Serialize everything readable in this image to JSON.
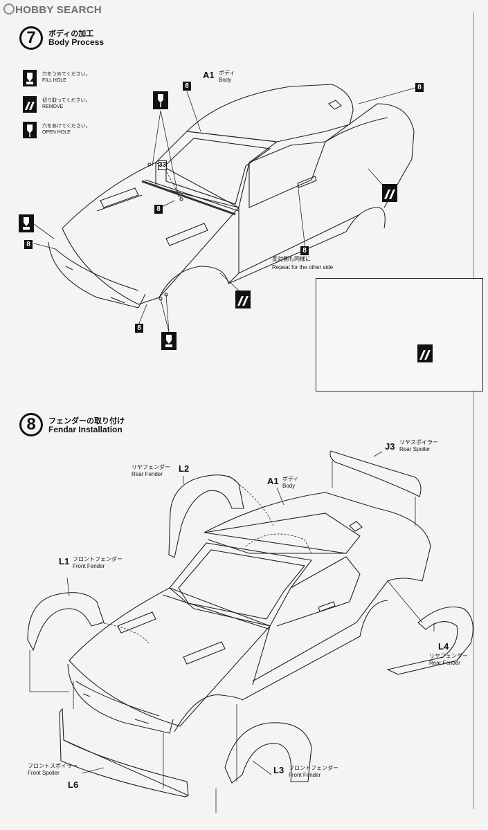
{
  "watermark": {
    "brand": "HOBBY SEARCH"
  },
  "step7": {
    "number": "7",
    "title_jp": "ボディの加工",
    "title_en": "Body Process",
    "legend": [
      {
        "jp": "穴をうめてください。",
        "en": "FILL HOLE",
        "icon": "fill-hole-icon"
      },
      {
        "jp": "切り取ってください。",
        "en": "REMOVE",
        "icon": "remove-icon"
      },
      {
        "jp": "穴をあけてください。",
        "en": "OPEN HOLE",
        "icon": "open-hole-icon"
      }
    ],
    "part": {
      "id": "A1",
      "jp": "ボディ",
      "en": "Body"
    },
    "callouts": {
      "eight": "8",
      "thirtythree": "33"
    },
    "note_jp": "反対側も同様に",
    "note_en": "Repeat for the other side"
  },
  "step8": {
    "number": "8",
    "title_jp": "フェンダーの取り付け",
    "title_en": "Fendar Installation",
    "parts": {
      "j3": {
        "id": "J3",
        "jp": "リヤスポイラー",
        "en": "Rear Spoiler"
      },
      "l2": {
        "id": "L2",
        "jp": "リヤフェンダー",
        "en": "Rear Fender"
      },
      "a1": {
        "id": "A1",
        "jp": "ボディ",
        "en": "Body"
      },
      "l1": {
        "id": "L1",
        "jp": "フロントフェンダー",
        "en": "Front Fender"
      },
      "l4": {
        "id": "L4",
        "jp": "リヤフェンダー",
        "en": "Rear Fender"
      },
      "l3": {
        "id": "L3",
        "jp": "フロントフェンダー",
        "en": "Front Fender"
      },
      "l6": {
        "id": "L6",
        "jp": "フロントスポイラー",
        "en": "Front Spoiler"
      }
    }
  }
}
